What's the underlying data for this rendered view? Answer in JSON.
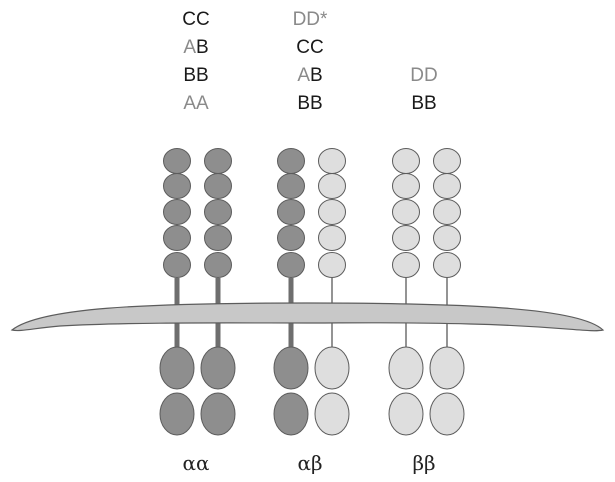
{
  "colors": {
    "alpha": "#8e8e8e",
    "beta": "#dedede",
    "outline": "#5c5c5c",
    "membrane": "#c8c8c8",
    "text_dark": "#1a1a1a",
    "text_light": "#8a8a8a"
  },
  "groups": [
    {
      "name": "alpha-alpha",
      "label": "αα",
      "chains": [
        "alpha",
        "alpha"
      ],
      "labels": [
        [
          {
            "t": "C",
            "c": "dark"
          },
          {
            "t": "C",
            "c": "dark"
          }
        ],
        [
          {
            "t": "A",
            "c": "light"
          },
          {
            "t": "B",
            "c": "dark"
          }
        ],
        [
          {
            "t": "B",
            "c": "dark"
          },
          {
            "t": "B",
            "c": "dark"
          }
        ],
        [
          {
            "t": "A",
            "c": "light"
          },
          {
            "t": "A",
            "c": "light"
          }
        ]
      ]
    },
    {
      "name": "alpha-beta",
      "label": "αβ",
      "chains": [
        "alpha",
        "beta"
      ],
      "labels": [
        [
          {
            "t": "DD*",
            "c": "light"
          }
        ],
        [
          {
            "t": "C",
            "c": "dark"
          },
          {
            "t": "C",
            "c": "dark"
          }
        ],
        [
          {
            "t": "A",
            "c": "light"
          },
          {
            "t": "B",
            "c": "dark"
          }
        ],
        [
          {
            "t": "B",
            "c": "dark"
          },
          {
            "t": "B",
            "c": "dark"
          }
        ]
      ]
    },
    {
      "name": "beta-beta",
      "label": "ββ",
      "chains": [
        "beta",
        "beta"
      ],
      "labels": [
        [
          {
            "t": "DD",
            "c": "light"
          }
        ],
        [
          {
            "t": "B",
            "c": "dark"
          },
          {
            "t": "B",
            "c": "dark"
          }
        ]
      ]
    }
  ]
}
